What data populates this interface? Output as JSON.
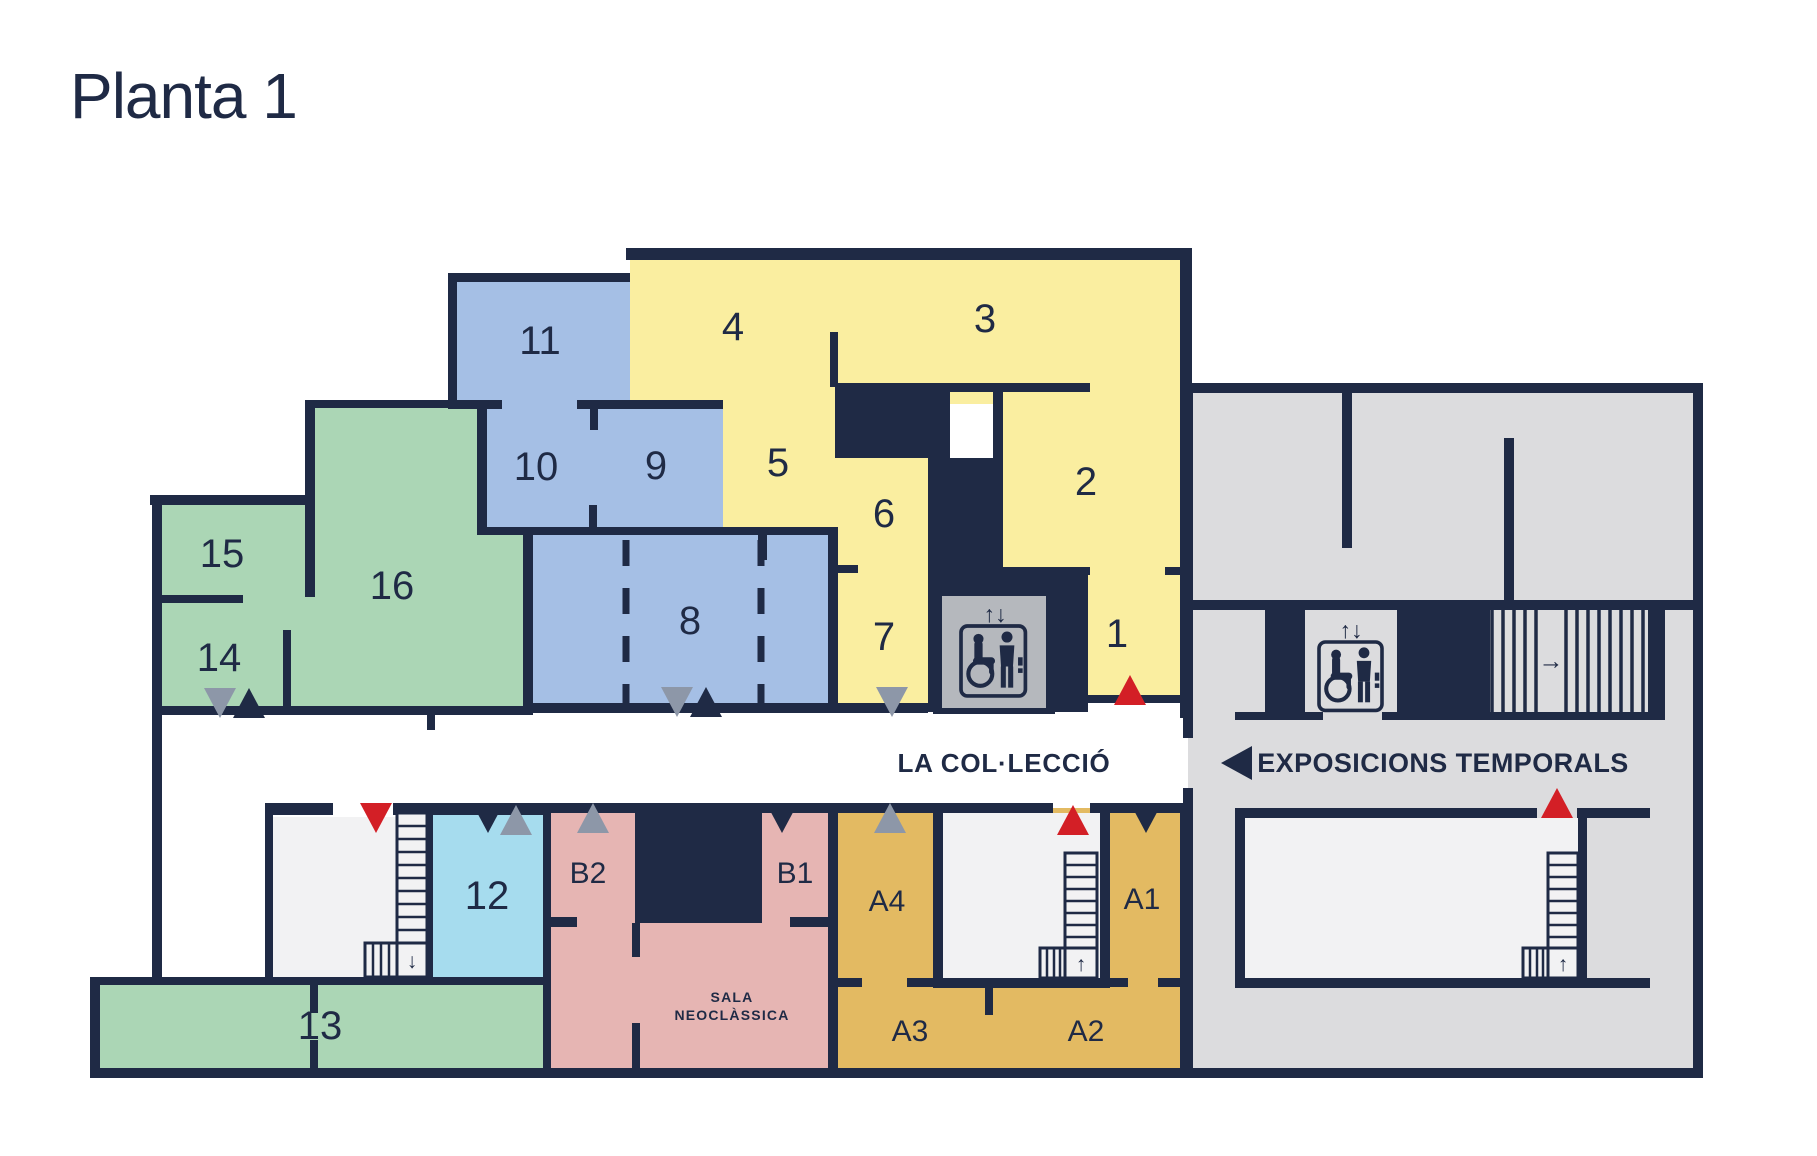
{
  "title": "Planta 1",
  "plan": {
    "corridor_label": "LA COL·LECCIÓ",
    "temporals_label": "EXPOSICIONS TEMPORALS",
    "sala_line1": "SALA",
    "sala_line2": "NEOCLÀSSICA",
    "rooms": {
      "r1": "1",
      "r2": "2",
      "r3": "3",
      "r4": "4",
      "r5": "5",
      "r6": "6",
      "r7": "7",
      "r8": "8",
      "r9": "9",
      "r10": "10",
      "r11": "11",
      "r12": "12",
      "r13": "13",
      "r14": "14",
      "r15": "15",
      "r16": "16",
      "a1": "A1",
      "a2": "A2",
      "a3": "A3",
      "a4": "A4",
      "b1": "B1",
      "b2": "B2"
    },
    "glyphs": {
      "up": "↑",
      "down": "↓",
      "right": "→",
      "lift": "↑↓"
    },
    "colors": {
      "wall": "#1f2a45",
      "yellow": "#faeea0",
      "blue": "#a5bfe5",
      "green": "#abd6b5",
      "cyan": "#a6dcee",
      "pink": "#e6b5b3",
      "gold": "#e3ba62",
      "gray": "#dcdcde",
      "light": "#f2f2f3",
      "elevator_gray": "#b5b8bd",
      "red": "#d31f26",
      "marker_gray": "#8d97a8"
    }
  }
}
